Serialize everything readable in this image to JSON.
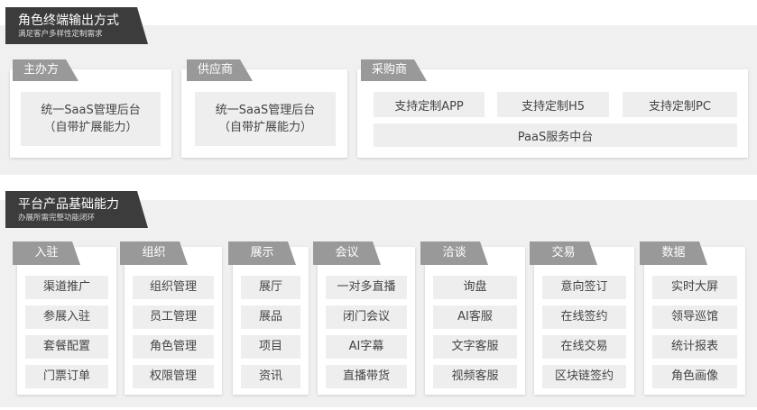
{
  "top": {
    "title": "角色终端输出方式",
    "subtitle": "满足客户多样性定制需求",
    "panels": [
      {
        "tag": "主办方",
        "line1": "统一SaaS管理后台",
        "line2": "（自带扩展能力）"
      },
      {
        "tag": "供应商",
        "line1": "统一SaaS管理后台",
        "line2": "（自带扩展能力）"
      }
    ],
    "purchaser": {
      "tag": "采购商",
      "items": [
        "支持定制APP",
        "支持定制H5",
        "支持定制PC"
      ],
      "wide": "PaaS服务中台"
    }
  },
  "bottom": {
    "title": "平台产品基础能力",
    "subtitle": "办展所需完整功能闭环",
    "columns": [
      {
        "tag": "入驻",
        "items": [
          "渠道推广",
          "参展入驻",
          "套餐配置",
          "门票订单"
        ]
      },
      {
        "tag": "组织",
        "items": [
          "组织管理",
          "员工管理",
          "角色管理",
          "权限管理"
        ]
      },
      {
        "tag": "展示",
        "items": [
          "展厅",
          "展品",
          "项目",
          "资讯"
        ]
      },
      {
        "tag": "会议",
        "items": [
          "一对多直播",
          "闭门会议",
          "AI字幕",
          "直播带货"
        ]
      },
      {
        "tag": "洽谈",
        "items": [
          "询盘",
          "AI客服",
          "文字客服",
          "视频客服"
        ]
      },
      {
        "tag": "交易",
        "items": [
          "意向签订",
          "在线签约",
          "在线交易",
          "区块链签约"
        ]
      },
      {
        "tag": "数据",
        "items": [
          "实时大屏",
          "领导巡馆",
          "统计报表",
          "角色画像"
        ]
      }
    ]
  }
}
